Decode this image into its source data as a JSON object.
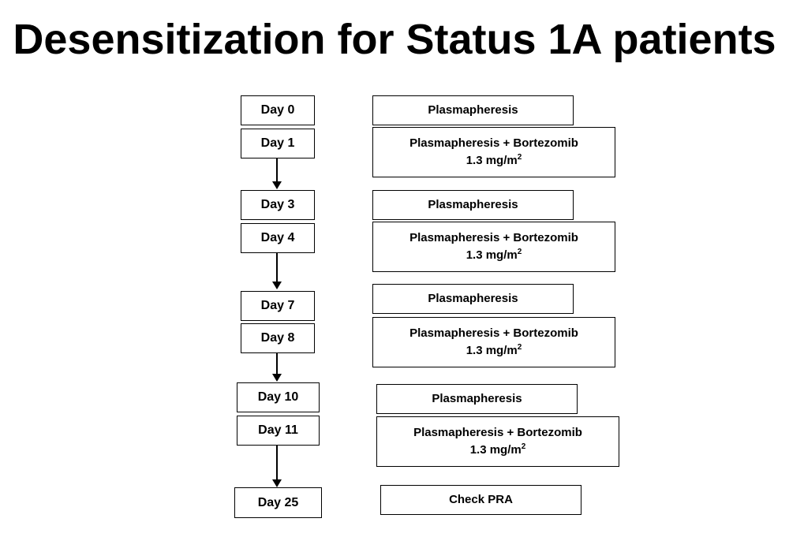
{
  "title": "Desensitization for Status 1A patients",
  "days": [
    "Day 0",
    "Day 1",
    "Day 3",
    "Day 4",
    "Day 7",
    "Day 8",
    "Day 10",
    "Day 11",
    "Day 25"
  ],
  "treatments": [
    {
      "line1": "Plasmapheresis",
      "line2": ""
    },
    {
      "line1": "Plasmapheresis + Bortezomib",
      "line2": "1.3 mg/m",
      "sup": "2"
    },
    {
      "line1": "Plasmapheresis",
      "line2": ""
    },
    {
      "line1": "Plasmapheresis + Bortezomib",
      "line2": "1.3 mg/m",
      "sup": "2"
    },
    {
      "line1": "Plasmapheresis",
      "line2": ""
    },
    {
      "line1": "Plasmapheresis + Bortezomib",
      "line2": "1.3 mg/m",
      "sup": "2"
    },
    {
      "line1": "Plasmapheresis",
      "line2": ""
    },
    {
      "line1": "Plasmapheresis + Bortezomib",
      "line2": "1.3 mg/m",
      "sup": "2"
    },
    {
      "line1": "Check PRA",
      "line2": ""
    }
  ]
}
